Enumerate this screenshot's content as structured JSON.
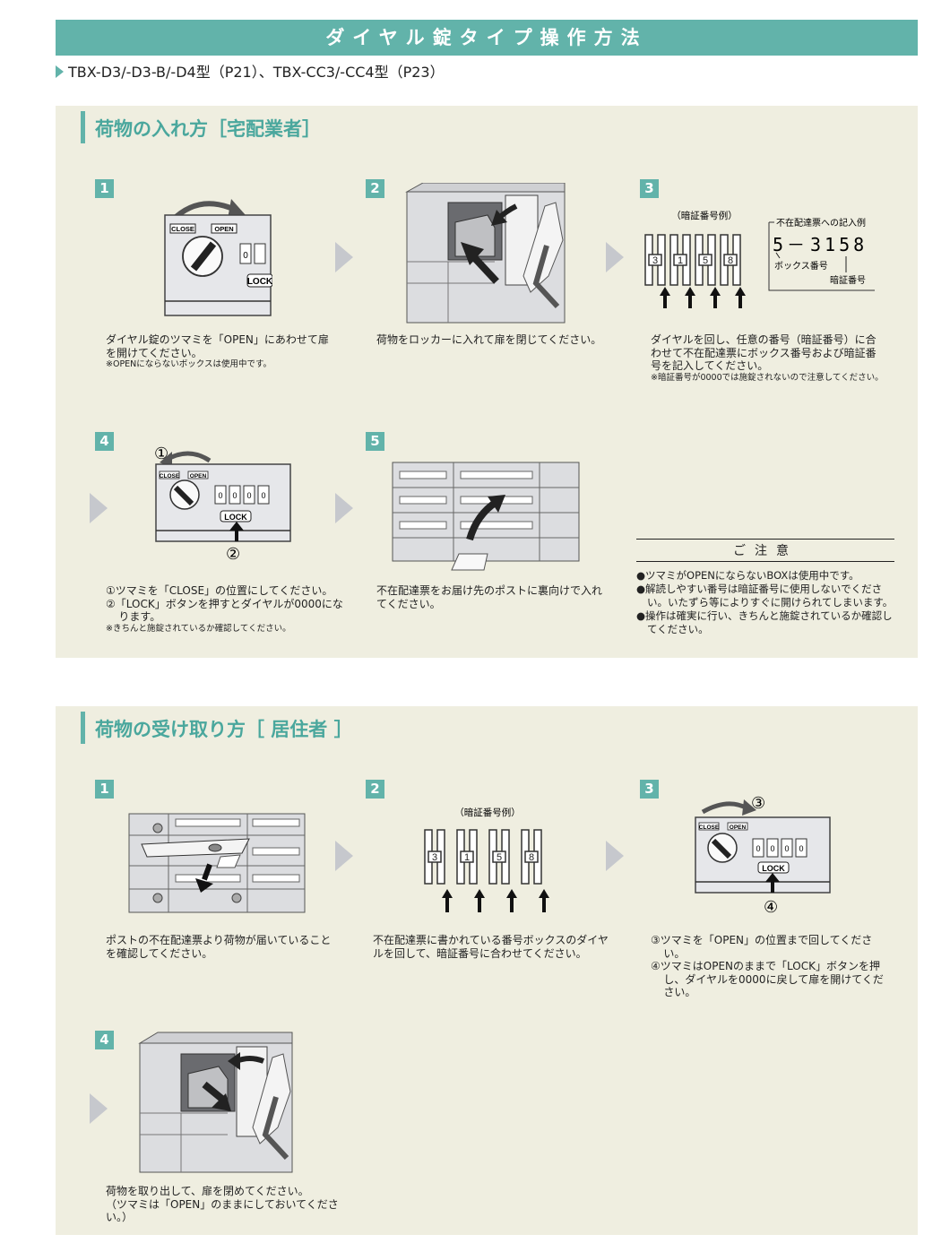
{
  "title": "ダイヤル錠タイプ操作方法",
  "models": "TBX-D3/-D3-B/-D4型（P21）、TBX-CC3/-CC4型（P23）",
  "section1": {
    "heading": "荷物の入れ方［宅配業者］",
    "steps": [
      {
        "num": "1",
        "text": "ダイヤル錠のツマミを「OPEN」にあわせて扉を開けてください。",
        "note": "※OPENにならないボックスは使用中です。"
      },
      {
        "num": "2",
        "text": "荷物をロッカーに入れて扉を閉じてください。"
      },
      {
        "num": "3",
        "text": "ダイヤルを回し、任意の番号（暗証番号）に合わせて不在配達票にボックス番号および暗証番号を記入してください。",
        "note": "※暗証番号が0000では施錠されないので注意してください。"
      },
      {
        "num": "4",
        "line1": "①ツマミを「CLOSE」の位置にしてください。",
        "line2": "②「LOCK」ボタンを押すとダイヤルが0000になります。",
        "note": "※きちんと施錠されているか確認してください。"
      },
      {
        "num": "5",
        "text": "不在配達票をお届け先のポストに裏向けで入れてください。"
      }
    ],
    "illus": {
      "close": "CLOSE",
      "open": "OPEN",
      "lock": "LOCK",
      "pin_example": "（暗証番号例）",
      "slip_title": "不在配達票への記入例",
      "slip_box": "5",
      "slip_dash": "－",
      "slip_pin": "3158",
      "box_label": "ボックス番号",
      "pin_label": "暗証番号",
      "digits": [
        "3",
        "1",
        "5",
        "8"
      ],
      "dial_zero": "0",
      "mark1": "①",
      "mark2": "②"
    },
    "caution": {
      "heading": "ご注意",
      "items": [
        "●ツマミがOPENにならないBOXは使用中です。",
        "●解読しやすい番号は暗証番号に使用しないでください。いたずら等によりすぐに開けられてしまいます。",
        "●操作は確実に行い、きちんと施錠されているか確認してください。"
      ]
    }
  },
  "section2": {
    "heading": "荷物の受け取り方［ 居住者 ］",
    "steps": [
      {
        "num": "1",
        "text": "ポストの不在配達票より荷物が届いていることを確認してください。"
      },
      {
        "num": "2",
        "text": "不在配達票に書かれている番号ボックスのダイヤルを回して、暗証番号に合わせてください。"
      },
      {
        "num": "3",
        "line1": "③ツマミを「OPEN」の位置まで回してください。",
        "line2": "④ツマミはOPENのままで「LOCK」ボタンを押し、ダイヤルを0000に戻して扉を開けてください。"
      },
      {
        "num": "4",
        "line1": "荷物を取り出して、扉を閉めてください。",
        "line2": "（ツマミは「OPEN」のままにしておいてください。）"
      }
    ],
    "illus": {
      "close": "CLOSE",
      "open": "OPEN",
      "lock": "LOCK",
      "pin_example": "（暗証番号例）",
      "digits": [
        "3",
        "1",
        "5",
        "8"
      ],
      "dial_zero": "0",
      "mark3": "③",
      "mark4": "④"
    }
  }
}
